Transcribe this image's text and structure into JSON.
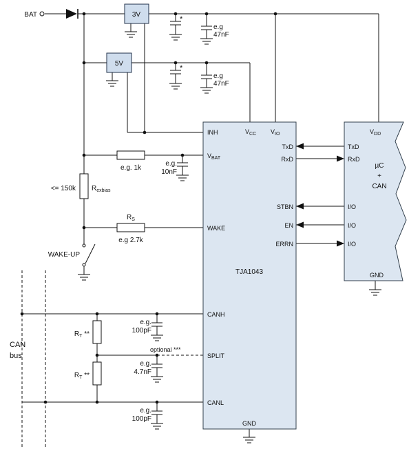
{
  "power": {
    "bat": "BAT",
    "reg3": "3V",
    "reg5": "5V",
    "star1": "*",
    "star2": "*",
    "cap47a": {
      "eg": "e.g",
      "val": "47nF"
    },
    "cap47b": {
      "eg": "e.g",
      "val": "47nF"
    }
  },
  "vbat": {
    "r1k": "e.g. 1k",
    "c10": {
      "eg": "e.g.",
      "val": "10nF"
    },
    "rexbias": {
      "limit": "<= 150k",
      "name": "R",
      "sub": "exbias"
    },
    "rs": {
      "name": "R",
      "sub": "S",
      "val": "e.g 2.7k"
    },
    "wakeup": "WAKE-UP"
  },
  "transceiver": {
    "name": "TJA1043",
    "pins": {
      "inh": "INH",
      "vbat": {
        "name": "V",
        "sub": "BAT"
      },
      "wake": "WAKE",
      "canh": "CANH",
      "split": "SPLIT",
      "canl": "CANL",
      "vcc": {
        "name": "V",
        "sub": "CC"
      },
      "vio": {
        "name": "V",
        "sub": "IO"
      },
      "txd": "TxD",
      "rxd": "RxD",
      "stbn": "STBN",
      "en": "EN",
      "errn": "ERRN",
      "gnd": "GND"
    }
  },
  "mcu": {
    "lines": [
      "µC",
      "+",
      "CAN"
    ],
    "vdd": {
      "name": "V",
      "sub": "DD"
    },
    "txd": "TxD",
    "rxd": "RxD",
    "io1": "I/O",
    "io2": "I/O",
    "io3": "I/O",
    "gnd": "GND"
  },
  "bus": {
    "l1": "CAN",
    "l2": "bus",
    "rt1": {
      "name": "R",
      "sub": "T",
      "suffix": " **"
    },
    "rt2": {
      "name": "R",
      "sub": "T",
      "suffix": " **"
    },
    "c100a": {
      "eg": "e.g.",
      "val": "100pF"
    },
    "c47n": {
      "eg": "e.g.",
      "val": "4.7nF"
    },
    "c100b": {
      "eg": "e.g.",
      "val": "100pF"
    },
    "optional": "optional ***"
  }
}
